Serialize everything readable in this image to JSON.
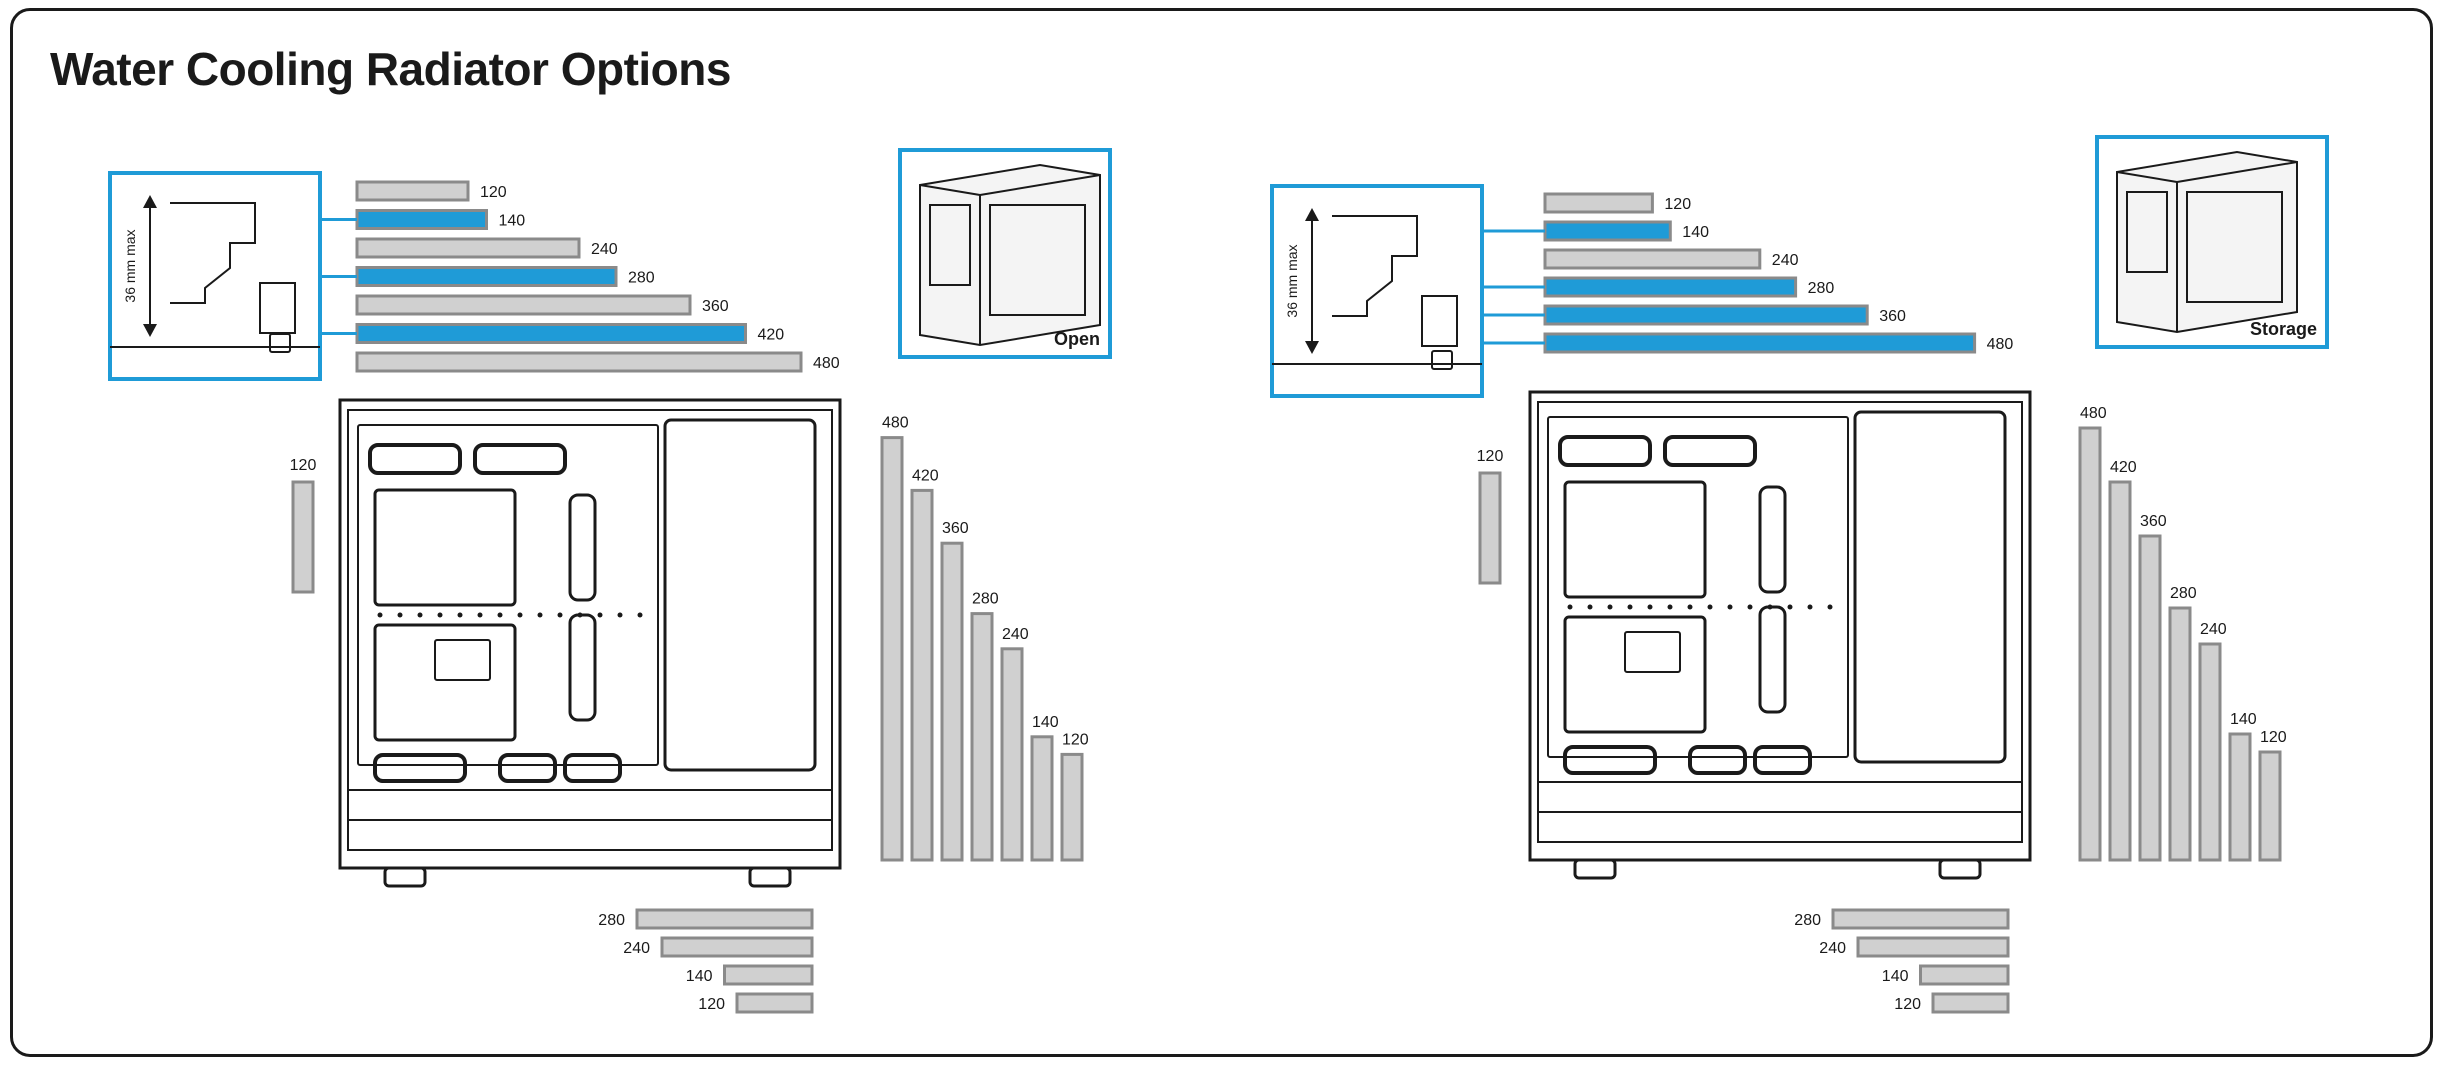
{
  "title": "Water Cooling Radiator Options",
  "colors": {
    "highlight": "#1f9bd7",
    "bar": "#d0d0d0",
    "bar_border": "#8a8a8a",
    "line": "#1a1a1a"
  },
  "left": {
    "view_label": "Open",
    "clearance_label": "36 mm max",
    "top_radiators": [
      {
        "label": "120",
        "highlighted": false
      },
      {
        "label": "140",
        "highlighted": true
      },
      {
        "label": "240",
        "highlighted": false
      },
      {
        "label": "280",
        "highlighted": true
      },
      {
        "label": "360",
        "highlighted": false
      },
      {
        "label": "420",
        "highlighted": true
      },
      {
        "label": "480",
        "highlighted": false
      }
    ],
    "rear_radiators": [
      {
        "label": "120"
      }
    ],
    "front_radiators": [
      {
        "label": "480"
      },
      {
        "label": "420"
      },
      {
        "label": "360"
      },
      {
        "label": "280"
      },
      {
        "label": "240"
      },
      {
        "label": "140"
      },
      {
        "label": "120"
      }
    ],
    "bottom_radiators": [
      {
        "label": "280"
      },
      {
        "label": "240"
      },
      {
        "label": "140"
      },
      {
        "label": "120"
      }
    ]
  },
  "right": {
    "view_label": "Storage",
    "clearance_label": "36 mm max",
    "top_radiators": [
      {
        "label": "120",
        "highlighted": false
      },
      {
        "label": "140",
        "highlighted": true
      },
      {
        "label": "240",
        "highlighted": false
      },
      {
        "label": "280",
        "highlighted": true
      },
      {
        "label": "360",
        "highlighted": true
      },
      {
        "label": "480",
        "highlighted": true
      }
    ],
    "rear_radiators": [
      {
        "label": "120"
      }
    ],
    "front_radiators": [
      {
        "label": "480"
      },
      {
        "label": "420"
      },
      {
        "label": "360"
      },
      {
        "label": "280"
      },
      {
        "label": "240"
      },
      {
        "label": "140"
      },
      {
        "label": "120"
      }
    ],
    "bottom_radiators": [
      {
        "label": "280"
      },
      {
        "label": "240"
      },
      {
        "label": "140"
      },
      {
        "label": "120"
      }
    ]
  }
}
